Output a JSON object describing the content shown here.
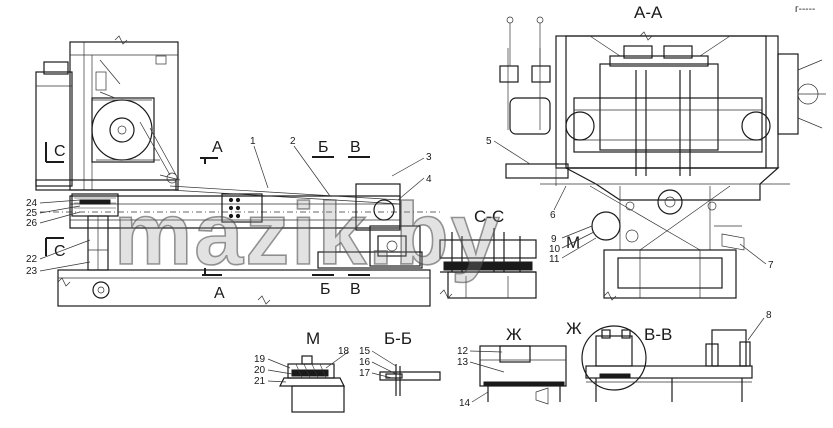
{
  "diagram": {
    "watermark": "mazik.by",
    "corner_mark": "г-----",
    "section_labels": {
      "aa_title": "А-А",
      "cc_title": "С-С",
      "bb_title": "Б-Б",
      "m_title": "М",
      "zh_left_title": "Ж",
      "zh_right_title": "Ж",
      "vv_title": "В-В",
      "c_upper": "С",
      "c_lower": "С",
      "a_upper": "А",
      "a_lower": "А",
      "b_upper": "Б",
      "b_lower": "Б",
      "v_upper": "В",
      "v_lower": "В",
      "m_marker": "М"
    },
    "callouts": {
      "n1": "1",
      "n2": "2",
      "n3": "3",
      "n4": "4",
      "n5": "5",
      "n6": "6",
      "n7": "7",
      "n8": "8",
      "n9": "9",
      "n10": "10",
      "n11": "11",
      "n12": "12",
      "n13": "13",
      "n14": "14",
      "n15": "15",
      "n16": "16",
      "n17": "17",
      "n18": "18",
      "n19": "19",
      "n20": "20",
      "n21": "21",
      "n22": "22",
      "n23": "23",
      "n24": "24",
      "n25": "25",
      "n26": "26"
    }
  }
}
